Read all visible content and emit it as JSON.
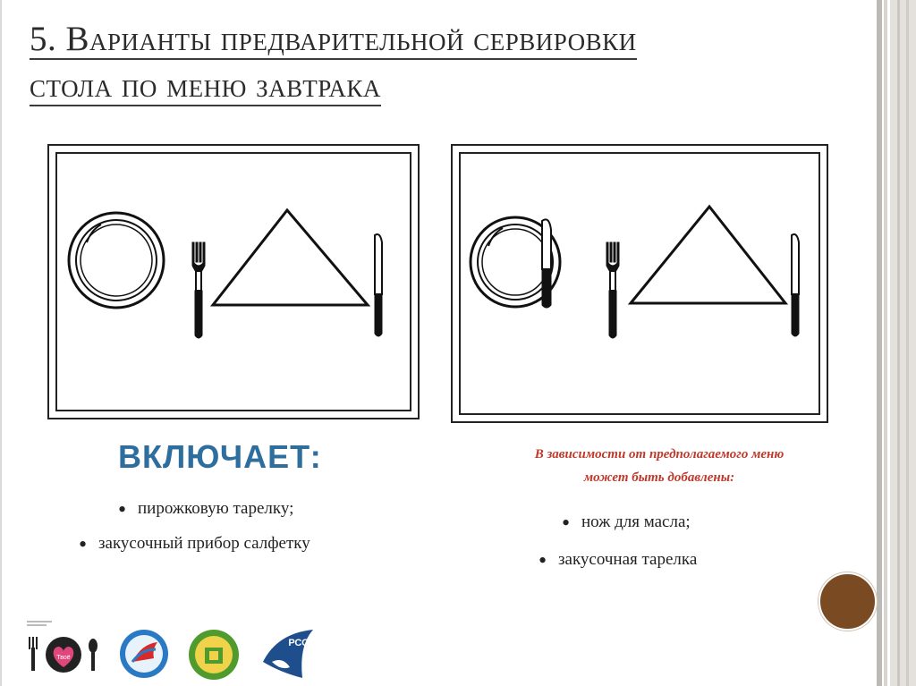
{
  "slide": {
    "title_line1": "5. Варианты предварительной сервировки",
    "title_line2": "стола по меню завтрака"
  },
  "left": {
    "heading": "ВКЛЮЧАЕТ:",
    "items": [
      "пирожковую тарелку;",
      "закусочный прибор салфетку"
    ]
  },
  "right": {
    "note_line1": "В зависимости от предполагаемого меню",
    "note_line2": "может быть добавлены:",
    "items": [
      "нож для масла;",
      "закусочная тарелка"
    ]
  },
  "logos": [
    {
      "icon": "fork-heart-spoon-logo",
      "text": "Твоё"
    },
    {
      "icon": "globe-flag-logo"
    },
    {
      "icon": "green-emblem-logo"
    },
    {
      "icon": "rso-logo",
      "text": "РСО"
    }
  ],
  "colors": {
    "heading_blue": "#2e6e9e",
    "note_red": "#c0392b",
    "accent_brown": "#7a4a23",
    "heart_pink": "#e0457b"
  }
}
